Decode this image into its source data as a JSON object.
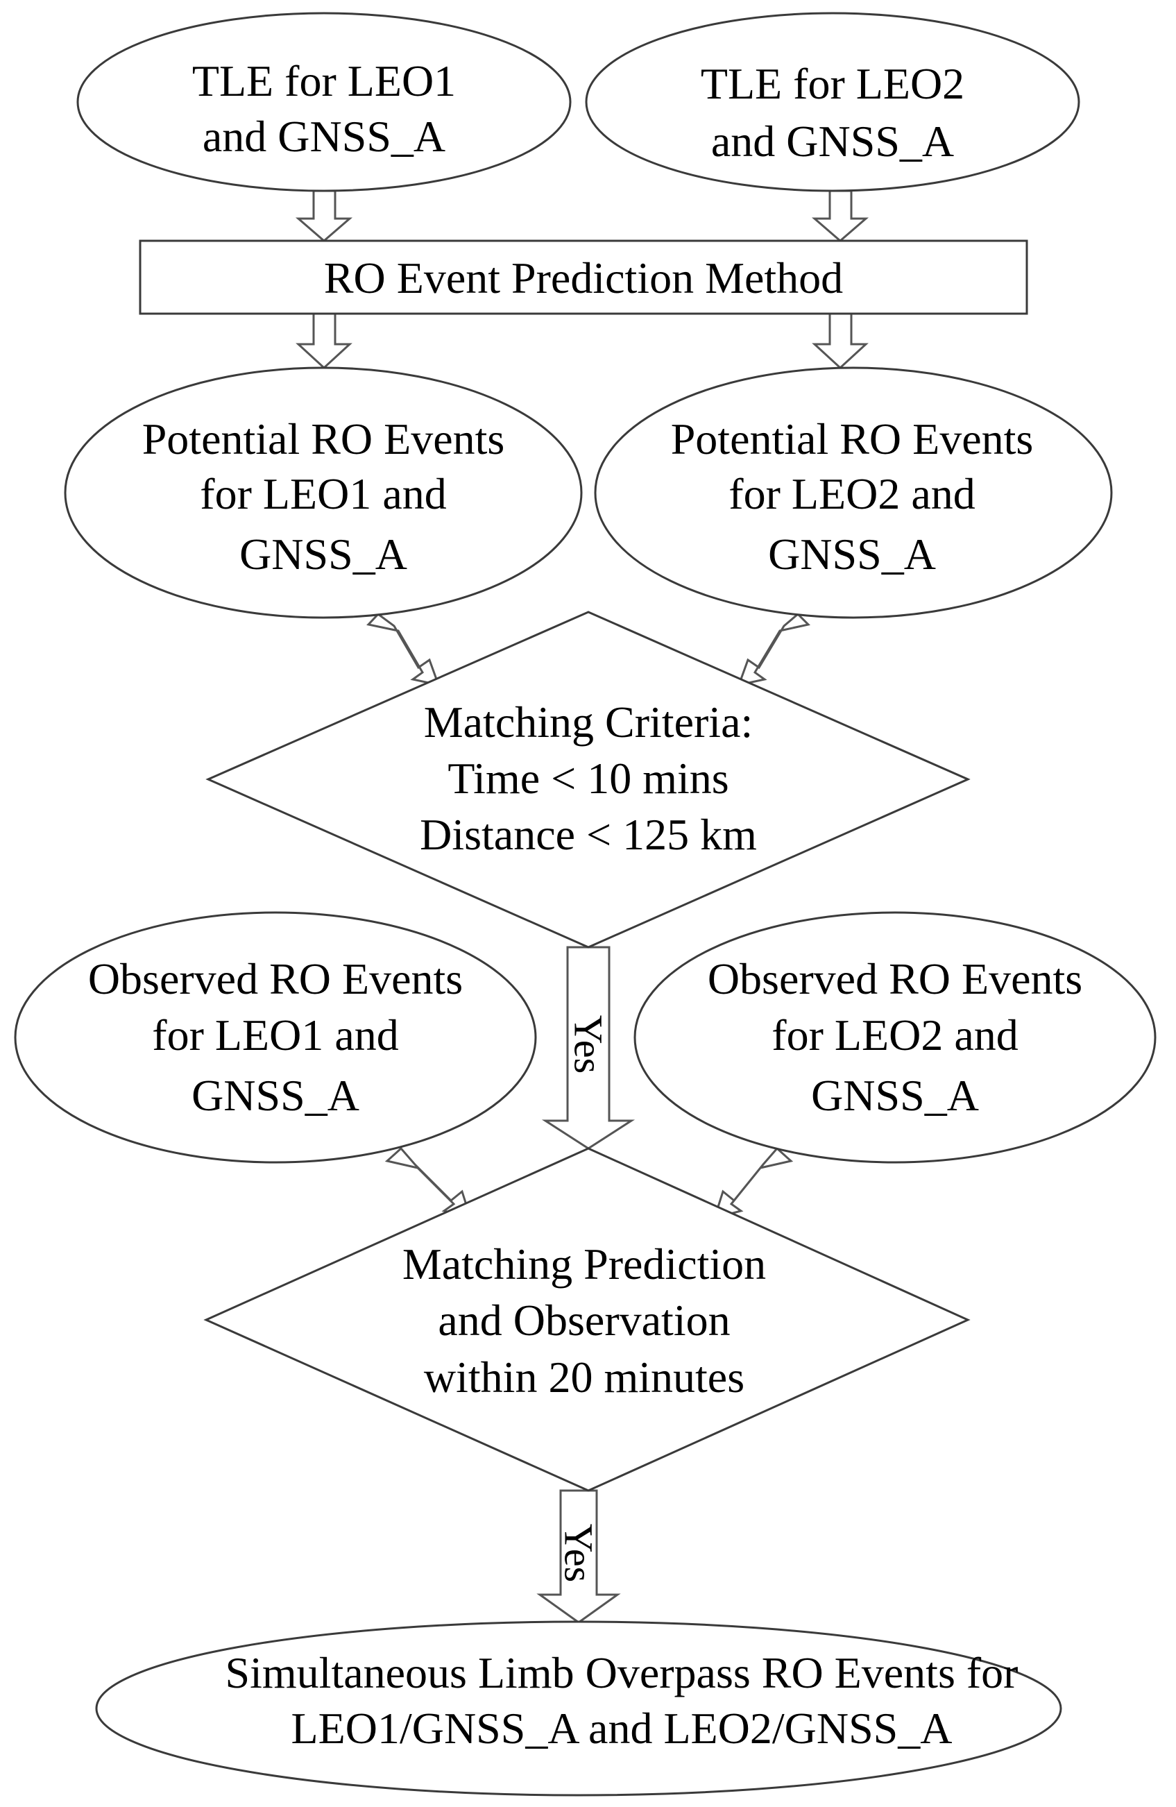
{
  "nodes": {
    "tle_leo1": [
      "TLE for LEO1",
      "and GNSS_A"
    ],
    "tle_leo2": [
      "TLE for LEO2",
      "and GNSS_A"
    ],
    "prediction_method": [
      "RO Event Prediction Method"
    ],
    "potential_leo1": [
      "Potential RO Events",
      "for LEO1 and",
      "GNSS_A"
    ],
    "potential_leo2": [
      "Potential RO Events",
      "for LEO2 and",
      "GNSS_A"
    ],
    "matching_criteria": [
      "Matching Criteria:",
      "Time < 10 mins",
      "Distance < 125 km"
    ],
    "observed_leo1": [
      "Observed RO Events",
      "for LEO1 and",
      "GNSS_A"
    ],
    "observed_leo2": [
      "Observed RO Events",
      "for LEO2 and",
      "GNSS_A"
    ],
    "matching_prediction": [
      "Matching Prediction",
      "and Observation",
      "within 20 minutes"
    ],
    "simultaneous": [
      "Simultaneous Limb Overpass RO Events for",
      "LEO1/GNSS_A and LEO2/GNSS_A"
    ]
  },
  "edge_labels": {
    "yes_1": "Yes",
    "yes_2": "Yes"
  },
  "edges": [
    {
      "from": "tle_leo1",
      "to": "prediction_method"
    },
    {
      "from": "tle_leo2",
      "to": "prediction_method"
    },
    {
      "from": "prediction_method",
      "to": "potential_leo1"
    },
    {
      "from": "prediction_method",
      "to": "potential_leo2"
    },
    {
      "from": "potential_leo1",
      "to": "matching_criteria"
    },
    {
      "from": "potential_leo2",
      "to": "matching_criteria"
    },
    {
      "from": "matching_criteria",
      "to": "matching_prediction",
      "label": "yes_1"
    },
    {
      "from": "observed_leo1",
      "to": "matching_prediction"
    },
    {
      "from": "observed_leo2",
      "to": "matching_prediction"
    },
    {
      "from": "matching_prediction",
      "to": "simultaneous",
      "label": "yes_2"
    }
  ]
}
